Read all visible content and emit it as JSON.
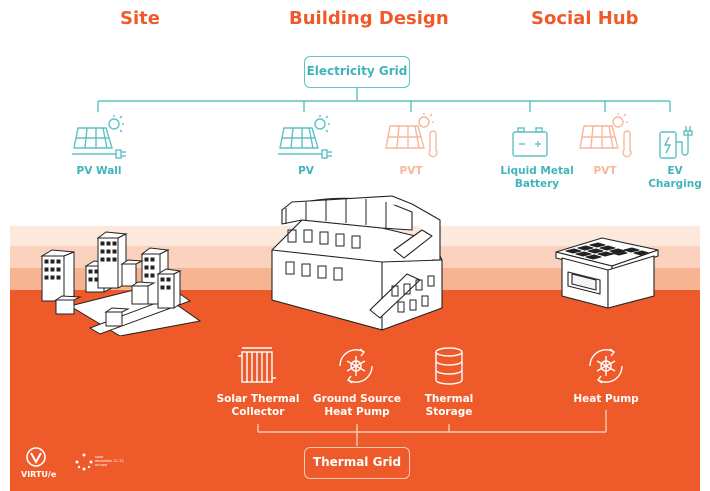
{
  "headings": {
    "site": "Site",
    "building_design": "Building Design",
    "social_hub": "Social Hub"
  },
  "electricity_grid": "Electricity Grid",
  "thermal_grid": "Thermal Grid",
  "electric_items": [
    {
      "label": "PV Wall",
      "icon": "solar-panel-plug-icon",
      "color": "teal"
    },
    {
      "label": "PV",
      "icon": "solar-panel-plug-icon",
      "color": "teal"
    },
    {
      "label": "PVT",
      "icon": "solar-panel-thermometer-icon",
      "color": "peach"
    },
    {
      "label": "Liquid Metal\nBattery",
      "icon": "battery-icon",
      "color": "teal"
    },
    {
      "label": "PVT",
      "icon": "solar-panel-thermometer-icon",
      "color": "peach"
    },
    {
      "label": "EV\nCharging",
      "icon": "ev-charger-icon",
      "color": "teal"
    }
  ],
  "thermal_items": [
    {
      "label": "Solar Thermal\nCollector",
      "icon": "solar-thermal-collector-icon"
    },
    {
      "label": "Ground Source\nHeat Pump",
      "icon": "heat-pump-icon"
    },
    {
      "label": "Thermal\nStorage",
      "icon": "thermal-storage-icon"
    },
    {
      "label": "Heat Pump",
      "icon": "heat-pump-icon"
    }
  ],
  "logos": {
    "virtue": "VIRTU/e",
    "sde_lines": [
      "solar",
      "decathlon",
      "europe",
      "21-22"
    ]
  },
  "colors": {
    "orange": "#ef5a2a",
    "teal": "#5ec2c6",
    "peach": "#f7b89a",
    "band_light": "#fde3d6"
  }
}
